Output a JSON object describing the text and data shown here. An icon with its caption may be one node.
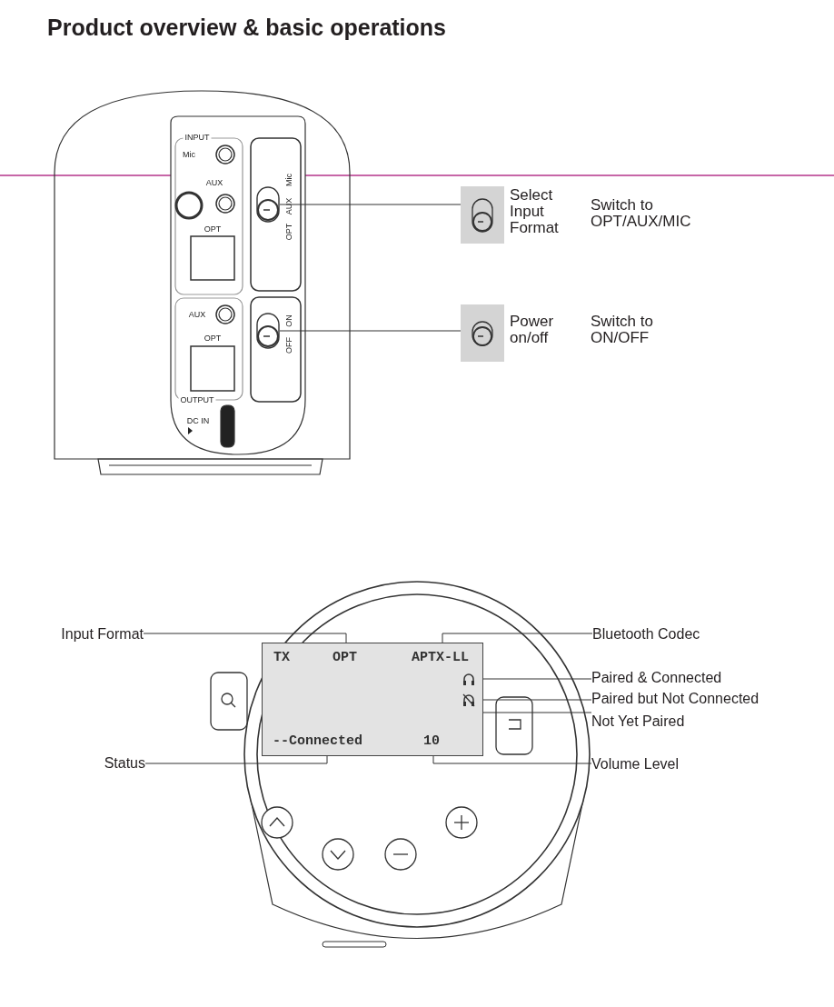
{
  "diagram": {
    "title": "Product overview & basic operations",
    "nodes": [
      {
        "text": [],
        "shape": "switch"
      },
      {
        "text": [
          "Select Input Format"
        ]
      },
      {
        "text": [],
        "shape": "switch"
      },
      {
        "text": [
          "Power on/off"
        ]
      },
      {
        "text": [],
        "shape": "box"
      },
      {
        "text": [
          "TX"
        ],
        "in": 4
      },
      {
        "text": [
          "OPT"
        ],
        "in": 4
      },
      {
        "text": [
          "APTX-LL"
        ],
        "in": 4
      },
      {
        "text": [],
        "shape": "headphones",
        "in": 4
      },
      {
        "text": [],
        "shape": "headphones",
        "in": 4
      },
      {
        "text": [
          "--Connected"
        ],
        "in": 4
      },
      {
        "text": [
          "10"
        ],
        "in": 4
      },
      {
        "text": [
          "Input Format"
        ]
      },
      {
        "text": [
          "Bluetooth Codec"
        ]
      },
      {
        "text": [
          "Paired & Connected"
        ]
      },
      {
        "text": [
          "Paired but Not Connected"
        ]
      },
      {
        "text": [
          "Not Yet Paired"
        ]
      },
      {
        "text": [
          "Status"
        ]
      },
      {
        "text": [
          "Volume Level"
        ]
      }
    ],
    "edges": [
      {
        "from": 1,
        "to": 0,
        "arrow": "none"
      },
      {
        "from": 3,
        "to": 2,
        "arrow": "none"
      },
      {
        "from": 12,
        "to": 6,
        "arrow": "none"
      },
      {
        "from": 13,
        "to": 7,
        "arrow": "none"
      },
      {
        "from": 14,
        "to": 8,
        "arrow": "none"
      },
      {
        "from": 15,
        "to": 9,
        "arrow": "none"
      },
      {
        "from": 16,
        "to": 4,
        "arrow": "none"
      },
      {
        "from": 17,
        "to": 10,
        "arrow": "none"
      },
      {
        "from": 18,
        "to": 11,
        "arrow": "none"
      }
    ],
    "labels": [
      "INPUT",
      "Mic",
      "AUX",
      "OPT",
      "OPT",
      "AUX",
      "Mic",
      "AUX",
      "OPT",
      "OUTPUT",
      "OFF",
      "ON",
      "DC IN",
      "Switch to OPT/AUX/MIC",
      "Switch to ON/OFF"
    ]
  }
}
